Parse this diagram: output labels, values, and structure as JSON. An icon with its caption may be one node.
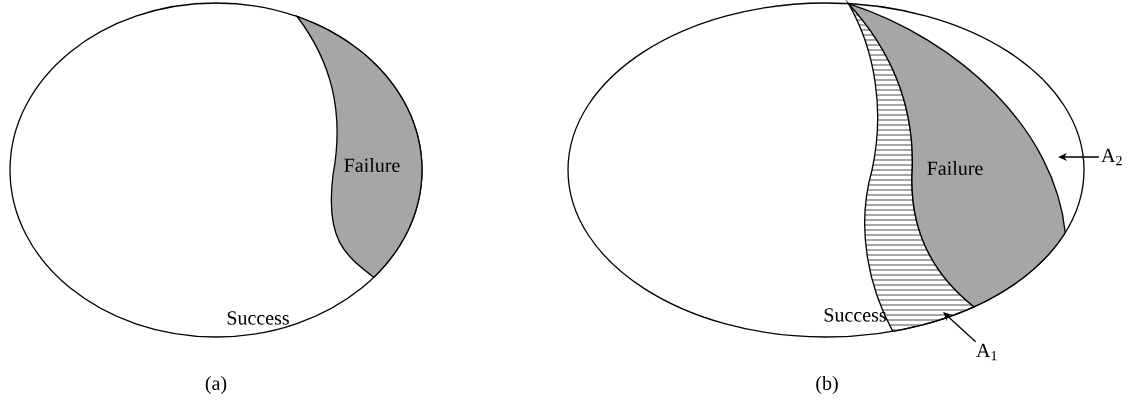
{
  "diagram": {
    "nodes": [
      {
        "text": [
          "A$_{1}$"
        ]
      },
      {
        "text": [
          "A$_{2}$"
        ]
      }
    ],
    "edges": [
      {
        "from": 0,
        "to": null,
        "arrow": "to"
      },
      {
        "from": 1,
        "to": null,
        "arrow": "to"
      }
    ],
    "labels": [
      "Failure",
      "Success",
      "(a)",
      "Failure",
      "Success",
      "(b)"
    ]
  }
}
